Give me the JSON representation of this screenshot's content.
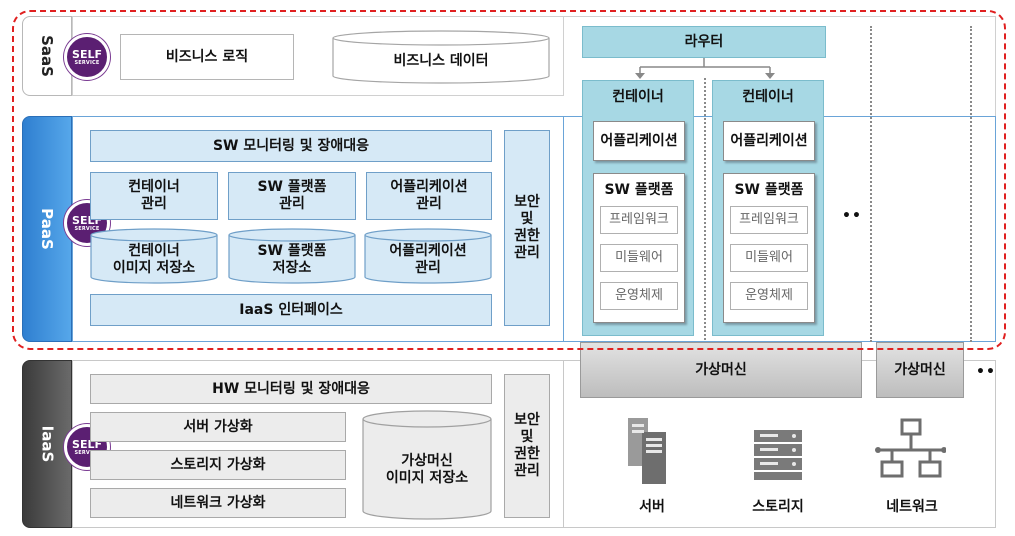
{
  "layers": {
    "saas": "SaaS",
    "paas": "PaaS",
    "iaas": "IaaS"
  },
  "badge": {
    "line1": "SELF",
    "line2": "SERVICE"
  },
  "saas": {
    "business_logic": "비즈니스 로직",
    "business_data": "비즈니스 데이터"
  },
  "paas": {
    "monitoring": "SW 모니터링 및 장애대응",
    "container_mgmt": "컨테이너\n관리",
    "sw_platform_mgmt": "SW 플랫폼\n관리",
    "app_mgmt": "어플리케이션\n관리",
    "container_image_store": "컨테이너\n이미지 저장소",
    "sw_platform_store": "SW 플랫폼\n저장소",
    "app_store": "어플리케이션\n관리",
    "iaas_interface": "IaaS 인터페이스",
    "security": "보안\n및\n권한\n관리"
  },
  "iaas": {
    "monitoring": "HW 모니터링 및 장애대응",
    "server_virt": "서버 가상화",
    "storage_virt": "스토리지 가상화",
    "network_virt": "네트워크 가상화",
    "vm_image_store": "가상머신\n이미지 저장소",
    "security": "보안\n및\n권한\n관리"
  },
  "right": {
    "router": "라우터",
    "containers": [
      {
        "title": "컨테이너",
        "app": "어플리케이션",
        "sw_platform": "SW 플랫폼",
        "items": [
          "프레임워크",
          "미들웨어",
          "운영체제"
        ]
      },
      {
        "title": "컨테이너",
        "app": "어플리케이션",
        "sw_platform": "SW 플랫폼",
        "items": [
          "프레임워크",
          "미들웨어",
          "운영체제"
        ]
      }
    ],
    "vm_main": "가상머신",
    "vm_second": "가상머신",
    "ellipsis": "••",
    "hardware": {
      "server": "서버",
      "storage": "스토리지",
      "network": "네트워크"
    }
  },
  "icons": [
    "server-icon",
    "storage-icon",
    "network-icon"
  ],
  "colors": {
    "light_blue": "#d6e9f6",
    "container_cyan": "#a7d8e4",
    "paas_blue": "#2f7fd0",
    "iaas_dark": "#3b3b3b",
    "badge_purple": "#5b1f72",
    "red_dash": "#e02020"
  }
}
